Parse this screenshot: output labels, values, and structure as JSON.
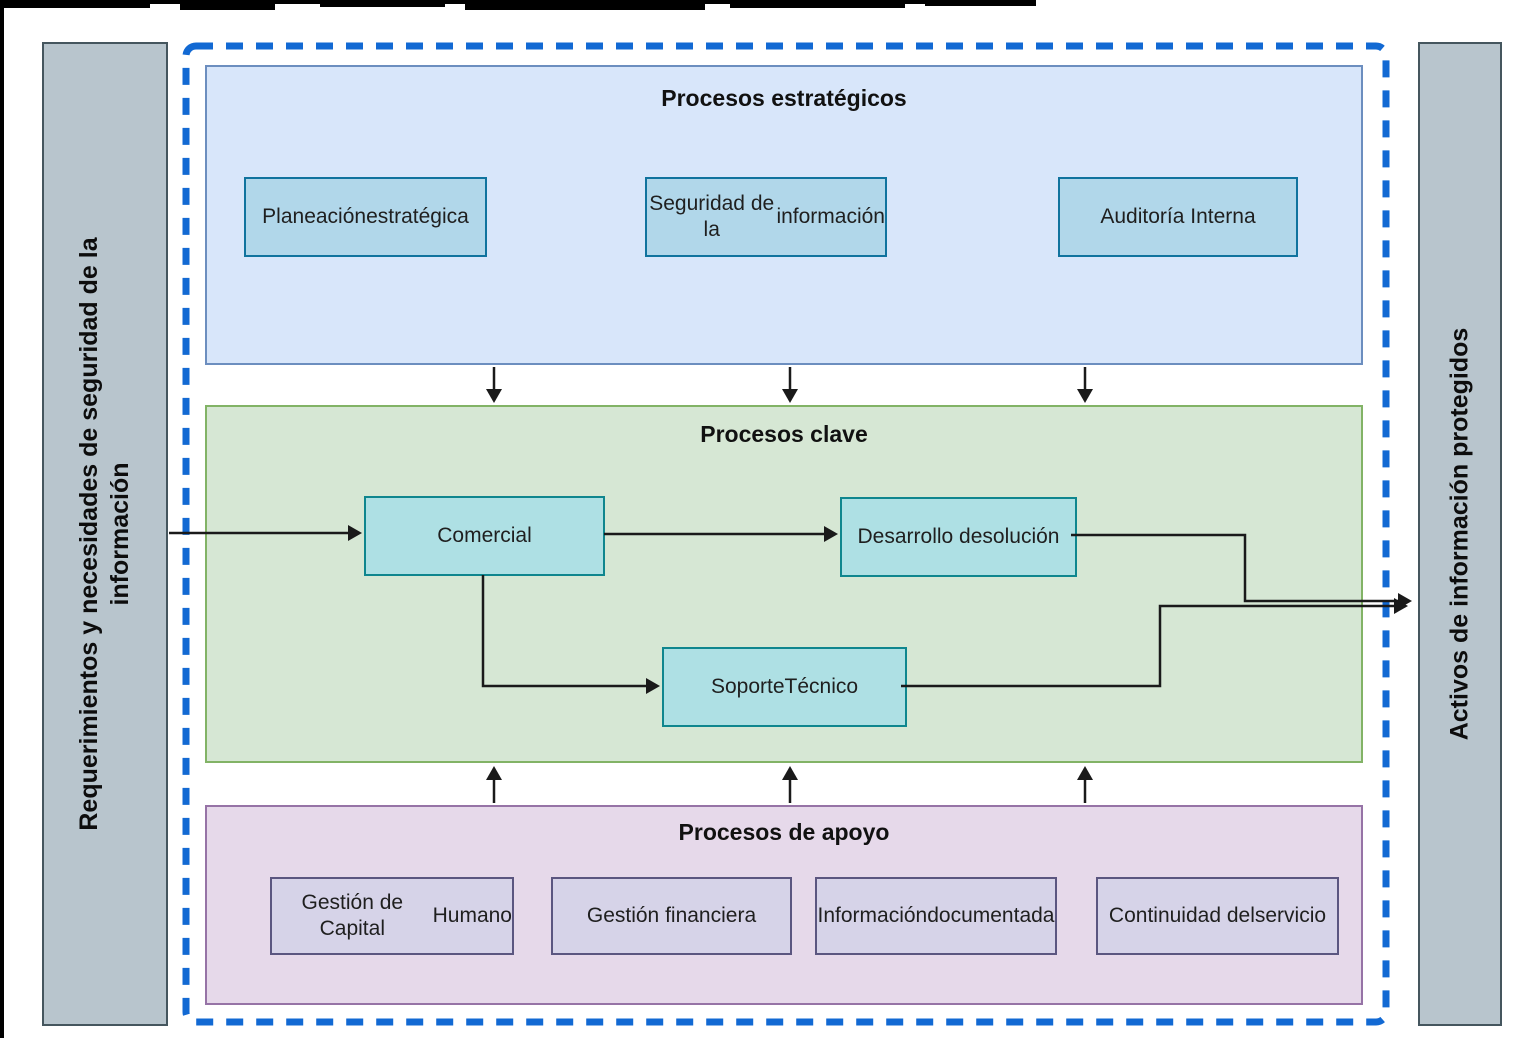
{
  "diagram": {
    "left_bar": {
      "label": "Requerimientos y necesidades de seguridad de la información",
      "lines": [
        "Requerimientos y necesidades de seguridad de la",
        "información"
      ]
    },
    "right_bar": {
      "label": "Activos de información protegidos"
    },
    "strategic_band": {
      "title": "Procesos estratégicos",
      "boxes": [
        {
          "label": "Planeación estratégica",
          "lines": [
            "Planeación",
            "estratégica"
          ]
        },
        {
          "label": "Seguridad de la información",
          "lines": [
            "Seguridad de la",
            "información"
          ]
        },
        {
          "label": "Auditoría Interna",
          "lines": [
            "Auditoría Interna"
          ]
        }
      ]
    },
    "key_band": {
      "title": "Procesos clave",
      "boxes": [
        {
          "label": "Comercial",
          "lines": [
            "Comercial"
          ]
        },
        {
          "label": "Desarrollo de solución",
          "lines": [
            "Desarrollo de",
            "solución"
          ]
        },
        {
          "label": "Soporte Técnico",
          "lines": [
            "Soporte",
            "Técnico"
          ]
        }
      ]
    },
    "support_band": {
      "title": "Procesos de apoyo",
      "boxes": [
        {
          "label": "Gestión de Capital Humano",
          "lines": [
            "Gestión de Capital",
            "Humano"
          ]
        },
        {
          "label": "Gestión financiera",
          "lines": [
            "Gestión financiera"
          ]
        },
        {
          "label": "Información documentada",
          "lines": [
            "Información",
            "documentada"
          ]
        },
        {
          "label": "Continuidad del servicio",
          "lines": [
            "Continuidad del",
            "servicio"
          ]
        }
      ]
    },
    "colors": {
      "dashed_scope_border": "#1269d3",
      "strategic_band_fill": "#d8e6fa",
      "strategic_band_stroke": "#6c8ebf",
      "strategic_box_fill": "#b1d7ea",
      "strategic_box_stroke": "#10739e",
      "key_band_fill": "#d6e7d4",
      "key_band_stroke": "#82b366",
      "key_box_fill": "#aee0e4",
      "key_box_stroke": "#0f868e",
      "support_band_fill": "#e6d9ea",
      "support_band_stroke": "#9673a6",
      "support_box_fill": "#d6d3e8",
      "support_box_stroke": "#5b5680",
      "side_bar_fill": "#b8c5cd",
      "side_bar_stroke": "#45565e",
      "arrow_stroke": "#1a1a1a"
    }
  }
}
